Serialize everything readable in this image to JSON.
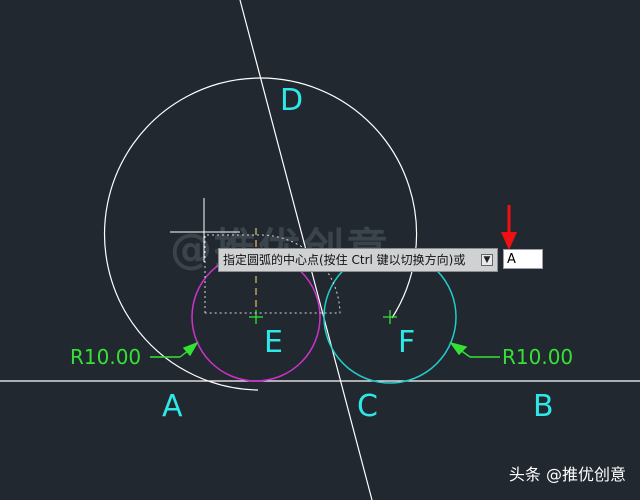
{
  "drawing": {
    "point_labels": {
      "a": "A",
      "b": "B",
      "c": "C",
      "d": "D",
      "e": "E",
      "f": "F"
    },
    "dimensions": {
      "left": "R10.00",
      "right": "R10.00"
    },
    "colors": {
      "background": "#212830",
      "line": "#ffffff",
      "circle_e": "#cc33cc",
      "circle_f": "#22cccc",
      "dimension": "#34e234",
      "label": "#2ee8e8",
      "arrow": "#ee1111",
      "guide": "#e0c060"
    }
  },
  "command_prompt": {
    "text": "指定圆弧的中心点(按住 Ctrl 键以切换方向)或",
    "options_icon": "down-arrow-icon"
  },
  "command_input": {
    "value": "A"
  },
  "watermark": {
    "text": "@推优创意"
  },
  "footer": {
    "text": "头条 @推优创意"
  }
}
